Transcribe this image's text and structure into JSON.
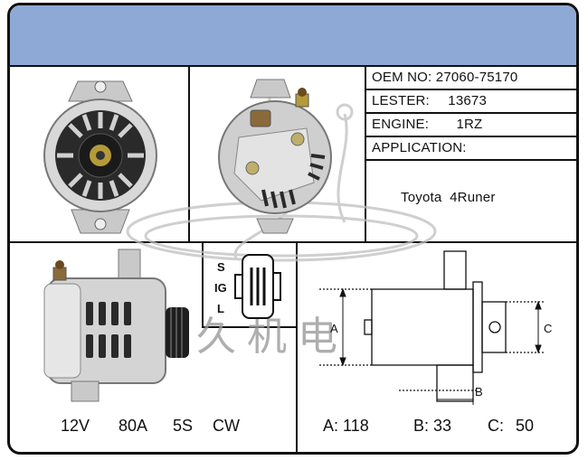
{
  "info_rows": [
    {
      "label": "OEM NO:",
      "value": "27060-75170"
    },
    {
      "label": "LESTER:",
      "value": "13673"
    },
    {
      "label": "ENGINE:",
      "value": "1RZ"
    },
    {
      "label": "APPLICATION:",
      "value": ""
    }
  ],
  "application": "Toyota  4Runer",
  "connector_pins": [
    "S",
    "IG",
    "L"
  ],
  "specs": {
    "voltage": "12V",
    "amperage": "80A",
    "pulley": "5S",
    "rotation": "CW"
  },
  "dimension_labels": {
    "a": "A",
    "b": "B",
    "c": "C"
  },
  "dimensions": [
    {
      "label": "A:",
      "value": "118"
    },
    {
      "label": "B:",
      "value": "33"
    },
    {
      "label": "C:",
      "value": "50"
    }
  ],
  "watermark_text": "久久机电",
  "colors": {
    "banner": "#8fa9d6",
    "border": "#111111"
  }
}
